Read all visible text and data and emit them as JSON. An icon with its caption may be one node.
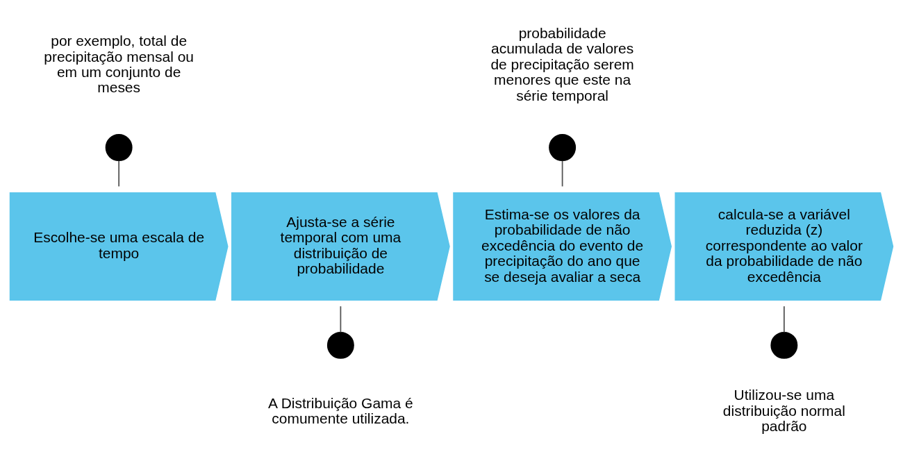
{
  "diagram": {
    "nodes": [
      {
        "text": [
          "Escolhe-se uma escala de tempo"
        ]
      },
      {
        "text": [
          "Ajusta-se a série temporal com uma distribuição de probabilidade"
        ]
      },
      {
        "text": [
          "Estima-se os valores da probabilidade de não excedência do evento de precipitação do ano que se deseja avaliar a seca"
        ]
      },
      {
        "text": [
          "calcula-se a variável reduzida (z) correspondente ao valor da probabilidade de não excedência"
        ]
      },
      {
        "text": [],
        "shape": "circle",
        "beside": [
          "por exemplo, total de precipitação mensal ou em um conjunto de meses"
        ]
      },
      {
        "text": [],
        "shape": "circle",
        "beside": [
          "A Distribuição Gama é comumente utilizada."
        ]
      },
      {
        "text": [],
        "shape": "circle",
        "beside": [
          "probabilidade acumulada de valores de precipitação serem menores que este na série temporal"
        ]
      },
      {
        "text": [],
        "shape": "circle",
        "beside": [
          "Utilizou-se uma distribuição normal padrão"
        ]
      }
    ],
    "edges": [
      {
        "from": 4,
        "to": 0,
        "arrow": "none"
      },
      {
        "from": 1,
        "to": 5,
        "arrow": "none"
      },
      {
        "from": 6,
        "to": 2,
        "arrow": "none"
      },
      {
        "from": 3,
        "to": 7,
        "arrow": "none"
      }
    ]
  }
}
